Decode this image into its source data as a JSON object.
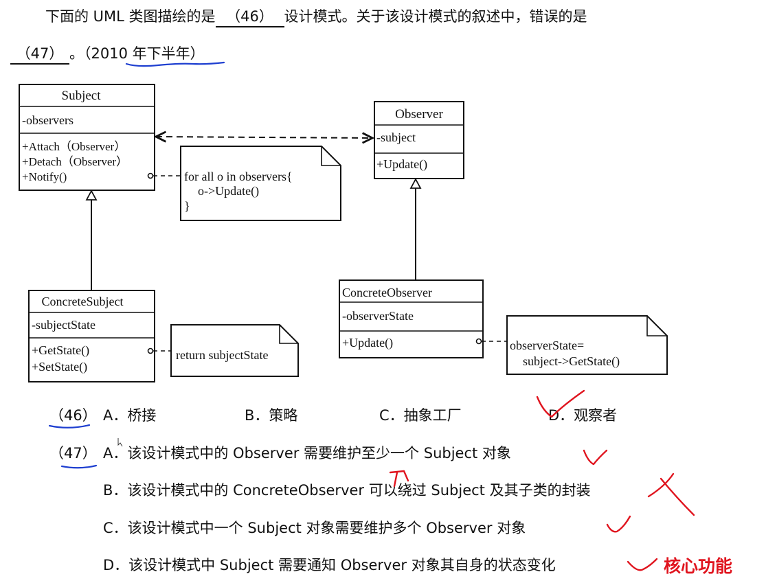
{
  "question": {
    "line1_prefix": "下面的 UML 类图描绘的是",
    "blank46": "（46）",
    "line1_suffix": "设计模式。关于该设计模式的叙述中，错误的是",
    "blank47": "（47）",
    "line2_suffix": "。（2010 年下半年）"
  },
  "diagram": {
    "subject": {
      "name": "Subject",
      "attr": "-observers",
      "ops": [
        "+Attach（Observer）",
        "+Detach（Observer）",
        "+Notify()"
      ]
    },
    "observer": {
      "name": "Observer",
      "attr": "-subject",
      "ops": [
        "+Update()"
      ]
    },
    "concrete_subject": {
      "name": "ConcreteSubject",
      "attr": "-subjectState",
      "ops": [
        "+GetState()",
        "+SetState()"
      ]
    },
    "concrete_observer": {
      "name": "ConcreteObserver",
      "attr": "-observerState",
      "ops": [
        "+Update()"
      ]
    },
    "note_notify": [
      "for all o in observers{",
      "o->Update()",
      "}"
    ],
    "note_getstate": [
      "return subjectState"
    ],
    "note_update": [
      "observerState=",
      "subject->GetState()"
    ]
  },
  "q46": {
    "num": "（46）",
    "options": [
      {
        "letter": "A．",
        "text": "桥接"
      },
      {
        "letter": "B．",
        "text": "策略"
      },
      {
        "letter": "C．",
        "text": "抽象工厂"
      },
      {
        "letter": "D．",
        "text": "观察者"
      }
    ]
  },
  "q47": {
    "num": "（47）",
    "options": [
      {
        "letter": "A．",
        "text": "该设计模式中的 Observer 需要维护至少一个 Subject 对象"
      },
      {
        "letter": "B．",
        "text": "该设计模式中的 ConcreteObserver 可以绕过 Subject 及其子类的封装"
      },
      {
        "letter": "C．",
        "text": "该设计模式中一个 Subject 对象需要维护多个 Observer 对象"
      },
      {
        "letter": "D．",
        "text": "该设计模式中 Subject 需要通知 Observer 对象其自身的状态变化"
      }
    ]
  },
  "annotation": {
    "core": "核心功能"
  },
  "colors": {
    "ink_red": "#e0141e",
    "ink_blue": "#1e3fd0"
  }
}
